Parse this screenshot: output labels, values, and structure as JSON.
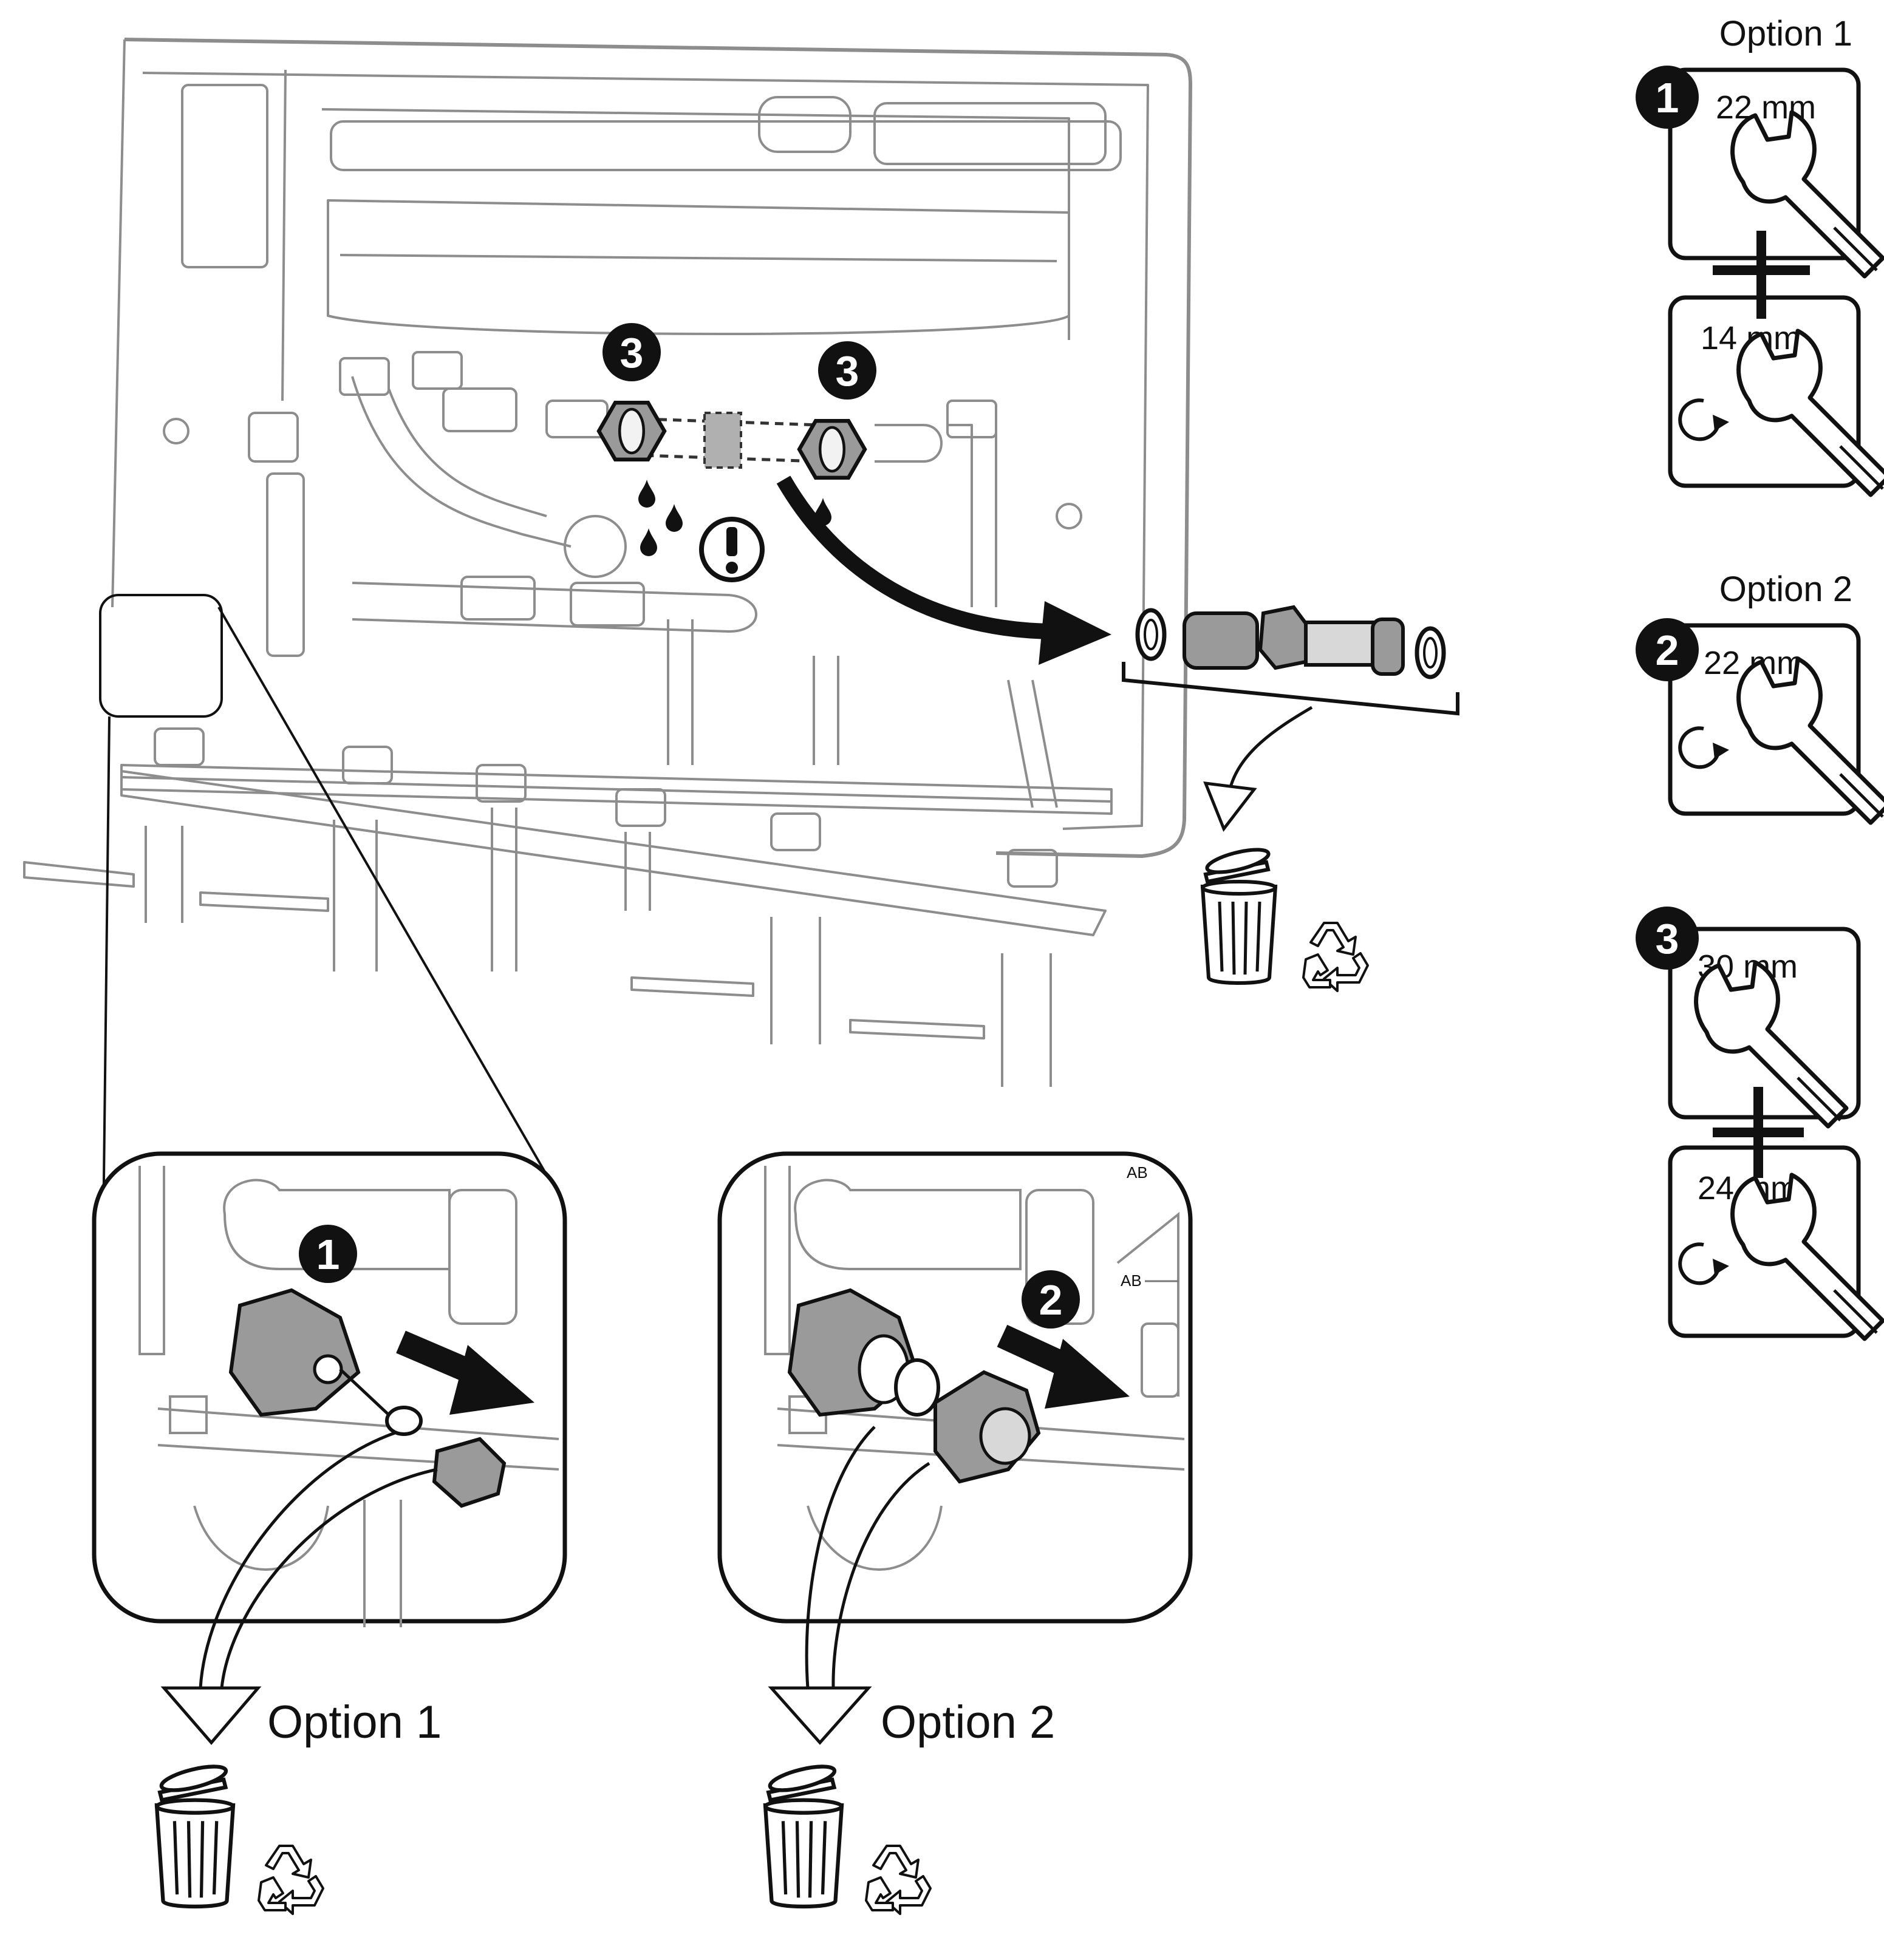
{
  "callouts": {
    "step_left": "3",
    "step_right": "3",
    "zoom1_badge": "1",
    "zoom2_badge": "2"
  },
  "zoom_labels": {
    "ab_marking": "AB"
  },
  "bottom_options": {
    "option1": "Option 1",
    "option2": "Option 2"
  },
  "tool_panel": {
    "option1": {
      "title": "Option 1",
      "badge": "1",
      "wrench_a": "22 mm",
      "wrench_b": "14 mm"
    },
    "option2": {
      "title": "Option 2",
      "badge": "2",
      "wrench_a": "22 mm"
    },
    "option3": {
      "badge": "3",
      "wrench_a": "30 mm",
      "wrench_b": "24 mm"
    }
  },
  "icons": [
    "warning-icon",
    "water-drop-icon",
    "trash-bin-icon",
    "recycle-icon",
    "wrench-icon",
    "rotate-arrow-icon"
  ]
}
